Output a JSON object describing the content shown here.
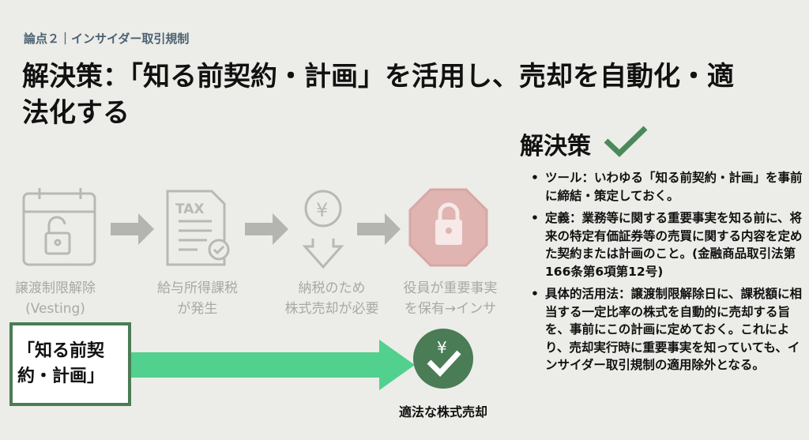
{
  "header": {
    "subtitle": "論点２｜インサイダー取引規制",
    "title": "解決策：「知る前契約・計画」を活用し、売却を自動化・適法化する"
  },
  "flow": {
    "steps": [
      {
        "icon": "calendar-unlock-icon",
        "label1": "譲渡制限解除",
        "label2": "(Vesting)"
      },
      {
        "icon": "tax-document-icon",
        "label1": "給与所得課税",
        "label2": "が発生",
        "icon_text": "TAX"
      },
      {
        "icon": "yen-down-icon",
        "label1": "納税のため",
        "label2": "株式売却が必要",
        "icon_text": "¥"
      },
      {
        "icon": "stop-lock-icon",
        "label1": "役員が重要事実",
        "label2": "を保有→インサ"
      }
    ],
    "plan_label": "「知る前契約・計画」",
    "result_icon_text": "¥",
    "result_label": "適法な株式売却"
  },
  "solution": {
    "heading": "解決策",
    "bullets": [
      "ツール：いわゆる「知る前契約・計画」を事前に締結・策定しておく。",
      "定義：業務等に関する重要事実を知る前に、将来の特定有価証券等の売買に関する内容を定めた契約または計画のこと。(金融商品取引法第166条第6項第12号)",
      "具体的活用法：譲渡制限解除日に、課税額に相当する一定比率の株式を自動的に売却する旨を、事前にこの計画に定めておく。これにより、売却実行時に重要事実を知っていても、インサイダー取引規制の適用除外となる。"
    ]
  },
  "colors": {
    "green": "#4a7c55",
    "arrow_green": "#52d08e",
    "grey": "#b4b4b0",
    "stop": "#e0b4b0"
  }
}
